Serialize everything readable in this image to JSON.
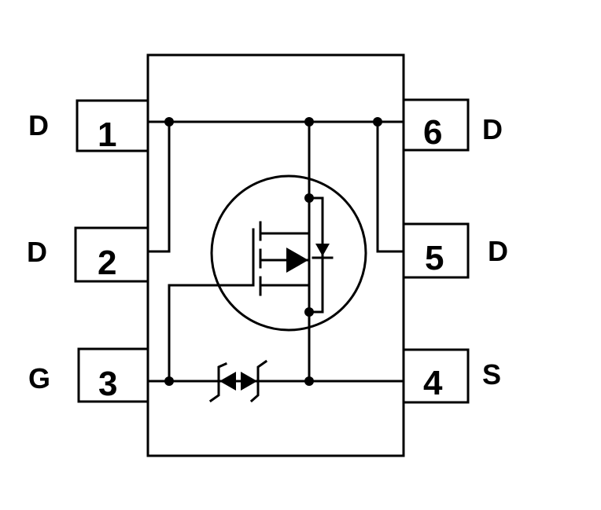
{
  "pins": [
    {
      "number": "1",
      "label": "D"
    },
    {
      "number": "2",
      "label": "D"
    },
    {
      "number": "3",
      "label": "G"
    },
    {
      "number": "4",
      "label": "S"
    },
    {
      "number": "5",
      "label": "D"
    },
    {
      "number": "6",
      "label": "D"
    }
  ],
  "colors": {
    "line": "#000000",
    "background": "#ffffff"
  }
}
